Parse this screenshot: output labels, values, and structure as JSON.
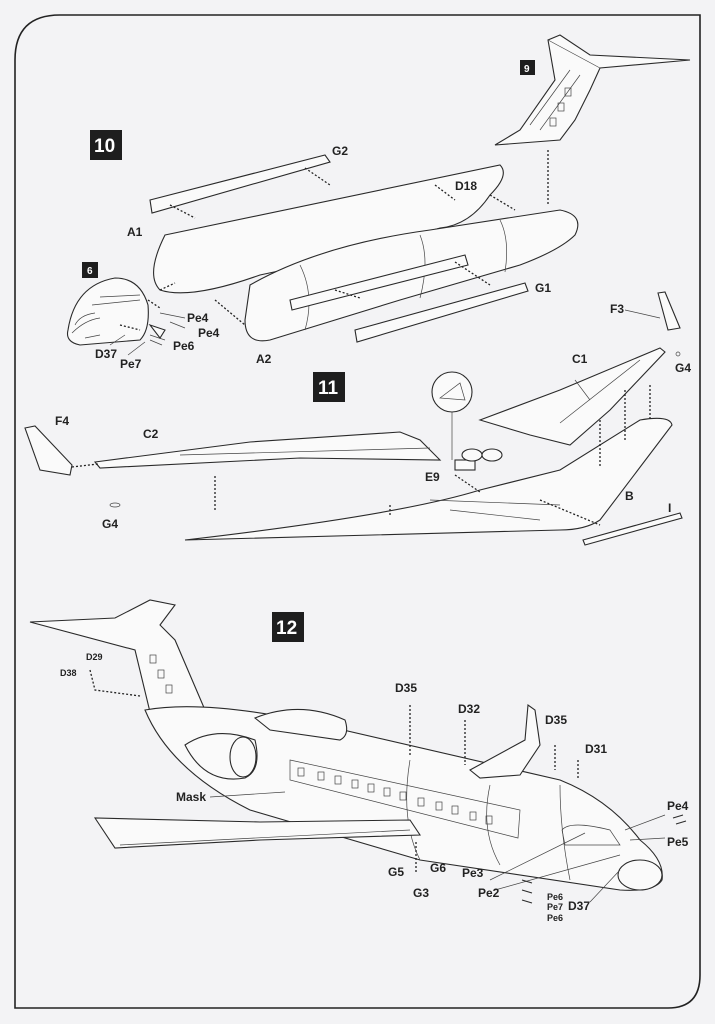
{
  "steps": {
    "s10": "10",
    "s11": "11",
    "s12": "12",
    "ref6": "6",
    "ref9": "9"
  },
  "step10": {
    "labels": [
      "G2",
      "A1",
      "D18",
      "G1",
      "A2",
      "Pe4",
      "Pe4",
      "Pe6",
      "D37",
      "Pe7"
    ]
  },
  "step11": {
    "labels": [
      "F3",
      "C1",
      "G4",
      "F4",
      "C2",
      "E9",
      "B",
      "I",
      "G4"
    ]
  },
  "step12": {
    "labels": [
      "D29",
      "D38",
      "D35",
      "D32",
      "D35",
      "D31",
      "Mask",
      "Pe4",
      "Pe5",
      "G5",
      "G6",
      "G3",
      "Pe3",
      "Pe2",
      "Pe6",
      "Pe7",
      "Pe6",
      "D37"
    ]
  },
  "colors": {
    "ink": "#222222",
    "paper": "#f3f3f5",
    "badge": "#1e1e1e"
  }
}
